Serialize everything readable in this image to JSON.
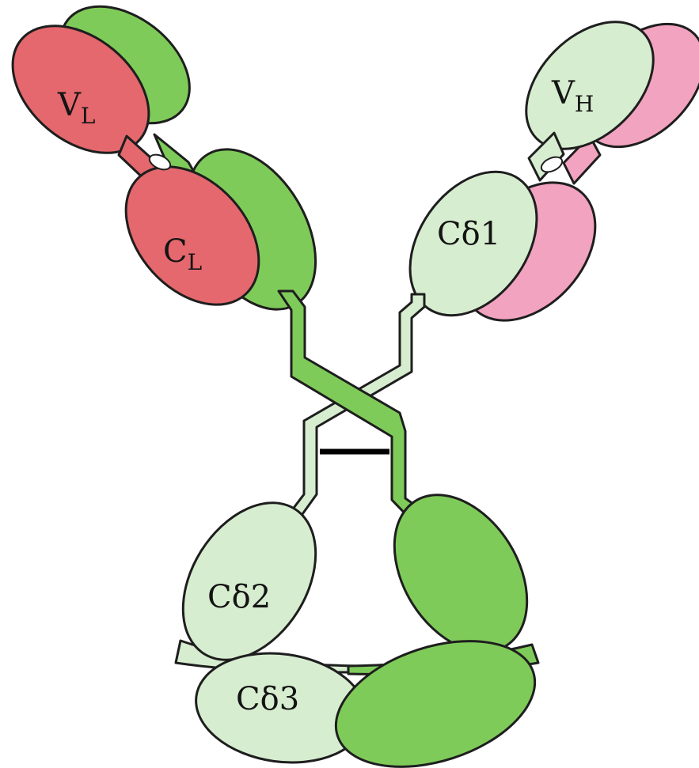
{
  "colors": {
    "light_chain_left": "#e4686d",
    "light_chain_right": "#f2a3bf",
    "heavy_chain_left": "#7fcb5a",
    "heavy_chain_right": "#d7edd0",
    "outline": "#1e1e1e",
    "disulfide_bond": "#000000"
  },
  "labels": {
    "vl": {
      "main": "V",
      "sub": "L"
    },
    "cl": {
      "main": "C",
      "sub": "L"
    },
    "vh": {
      "main": "V",
      "sub": "H"
    },
    "cd1": "Cδ1",
    "cd2": "Cδ2",
    "cd3": "Cδ3"
  }
}
